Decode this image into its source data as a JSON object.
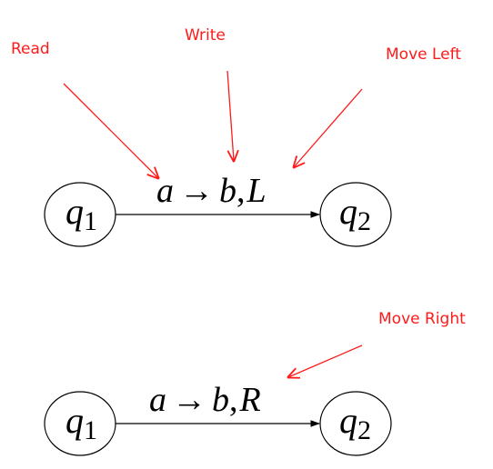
{
  "annotations": {
    "read": "Read",
    "write": "Write",
    "move_left": "Move Left",
    "move_right": "Move Right"
  },
  "transitions": [
    {
      "from": {
        "symbol": "q",
        "subscript": "1"
      },
      "to": {
        "symbol": "q",
        "subscript": "2"
      },
      "read": "a",
      "arrow": "→",
      "write": "b",
      "separator": ",",
      "move": "L"
    },
    {
      "from": {
        "symbol": "q",
        "subscript": "1"
      },
      "to": {
        "symbol": "q",
        "subscript": "2"
      },
      "read": "a",
      "arrow": "→",
      "write": "b",
      "separator": ",",
      "move": "R"
    }
  ],
  "colors": {
    "annotation": "#ff1a1a",
    "diagram": "#000000",
    "background": "#ffffff"
  }
}
